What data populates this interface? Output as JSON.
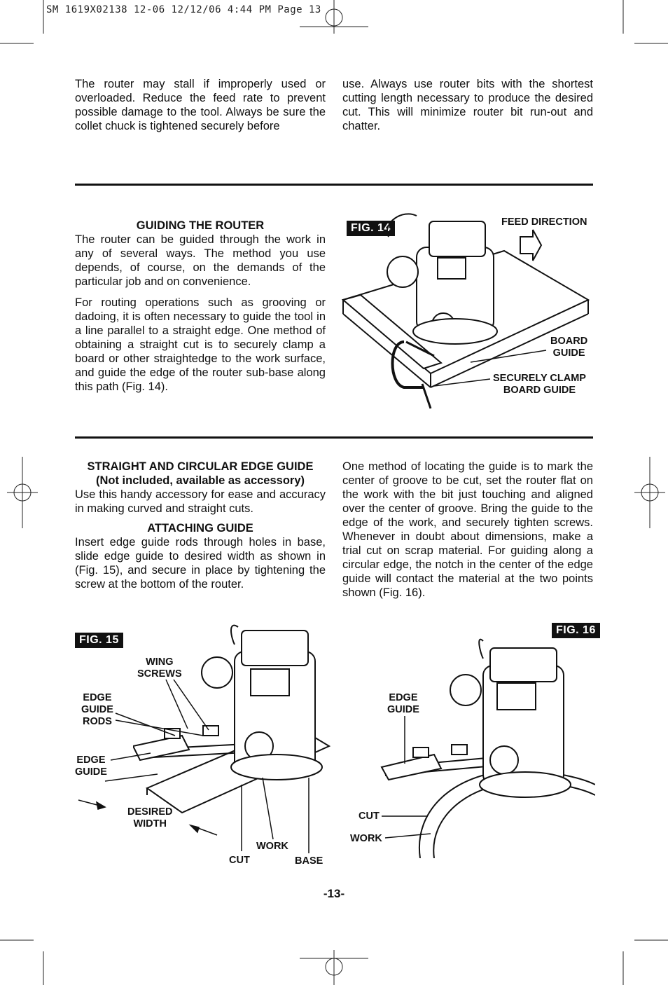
{
  "header": {
    "slug": "SM 1619X02138 12-06  12/12/06  4:44 PM  Page 13"
  },
  "top": {
    "left": "The router may stall if improperly used or overloaded. Reduce the feed rate to prevent possible damage to the tool. Always be sure the collet chuck is tightened securely before",
    "right": "use. Always use router bits with the shortest cutting length necessary to produce the desired cut. This will minimize router bit run-out and chatter."
  },
  "guiding": {
    "heading": "GUIDING THE ROUTER",
    "p1": "The router can be guided through the work in any of several ways. The method you use depends, of course, on the demands of the particular job and on convenience.",
    "p2": "For routing operations such as grooving or dadoing, it is often necessary to guide the tool in a line parallel to a straight edge. One method of obtaining a straight cut is to securely clamp a board or other straightedge to the work surface, and guide the edge of the router sub-base along this path (Fig. 14)."
  },
  "fig14": {
    "tag": "FIG. 14",
    "feed": "FEED DIRECTION",
    "board_guide": "BOARD\nGUIDE",
    "clamp": "SECURELY CLAMP\nBOARD GUIDE"
  },
  "edge_guide": {
    "heading": "STRAIGHT AND CIRCULAR EDGE GUIDE",
    "subheading": "(Not included, available as accessory)",
    "intro": "Use this handy accessory for ease and accuracy in making curved and straight cuts.",
    "attach_heading": "ATTACHING GUIDE",
    "attach_text": "Insert edge guide rods through holes in base, slide edge guide to desired width as shown in (Fig. 15), and secure in place by tightening the screw at the bottom of the router.",
    "right_text": "One method of locating the guide is to mark the center of groove to be cut, set the router flat on the work with the bit just touching and aligned over the center of groove. Bring the guide to the edge of the work, and securely tighten screws. Whenever in doubt about dimensions, make a trial cut on scrap material. For guiding along a circular edge, the notch in the center of the edge guide will contact the material at the two points shown (Fig. 16)."
  },
  "fig15": {
    "tag": "FIG. 15",
    "wing": "WING\nSCREWS",
    "rods": "EDGE\nGUIDE\nRODS",
    "guide": "EDGE\nGUIDE",
    "width": "DESIRED\nWIDTH",
    "work": "WORK",
    "cut": "CUT",
    "base": "BASE"
  },
  "fig16": {
    "tag": "FIG. 16",
    "guide": "EDGE\nGUIDE",
    "cut": "CUT",
    "work": "WORK"
  },
  "footer": {
    "page": "-13-"
  }
}
